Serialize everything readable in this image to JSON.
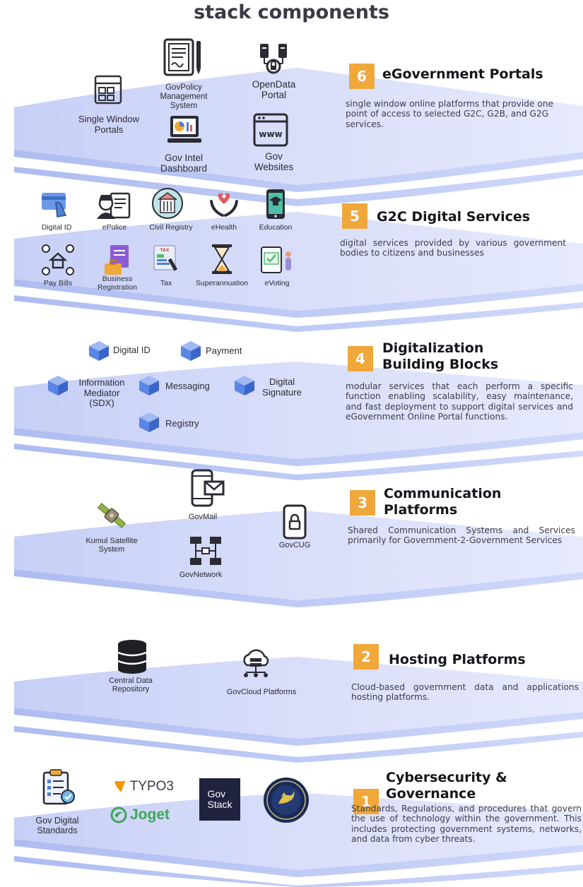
{
  "title": "stack components",
  "layers": [
    {
      "number": "6",
      "heading": "eGovernment Portals",
      "description": "single window online platforms that provide one point of access to selected G2C, G2B, and G2G services.",
      "items": [
        "Single Window\nPortals",
        "GovPolicy\nManagement\nSystem",
        "OpenData\nPortal",
        "Gov Intel\nDashboard",
        "Gov\nWebsites"
      ]
    },
    {
      "number": "5",
      "heading": "G2C Digital Services",
      "description": "digital services provided by various government bodies to citizens and businesses",
      "items": [
        "Digital ID",
        "ePolice",
        "Civil Registry",
        "eHealth",
        "Education",
        "Pay Bills",
        "Business\nRegistration",
        "Tax",
        "Superannuation",
        "eVoting"
      ]
    },
    {
      "number": "4",
      "heading": "Digitalization\nBuilding Blocks",
      "description": "modular services that each perform a specific function enabling scalability, easy maintenance, and fast deployment to support digital services and eGovernment Online Portal functions.",
      "items": [
        "Digital ID",
        "Payment",
        "Information\nMediator\n(SDX)",
        "Messaging",
        "Digital\nSignature",
        "Registry"
      ]
    },
    {
      "number": "3",
      "heading": "Communication\nPlatforms",
      "description": "Shared Communication Systems and Services primarily for Government-2-Government Services",
      "items": [
        "GovMail",
        "Kumul Satellite\nSystem",
        "GovCUG",
        "GovNetwork"
      ]
    },
    {
      "number": "2",
      "heading": "Hosting Platforms",
      "description": "Cloud-based government data and applications hosting platforms.",
      "items": [
        "Central Data\nRepository",
        "GovCloud Platforms"
      ]
    },
    {
      "number": "1",
      "heading": "Cybersecurity &\nGovernance",
      "description": "Standards, Regulations, and procedures that govern the use of technology within the government. This includes protecting government systems, networks, and data from cyber threats.",
      "items": [
        "Gov Digital\nStandards"
      ],
      "logos": [
        "TYPO3",
        "Joget",
        "Gov\nStack"
      ]
    }
  ],
  "colors": {
    "layer_fill": "#cdd5f7",
    "layer_fill_dark": "#b4c0f2",
    "badge": "#f0a83a",
    "icon_blue": "#4f7fd6",
    "cube_blue": "#5b86e5"
  }
}
